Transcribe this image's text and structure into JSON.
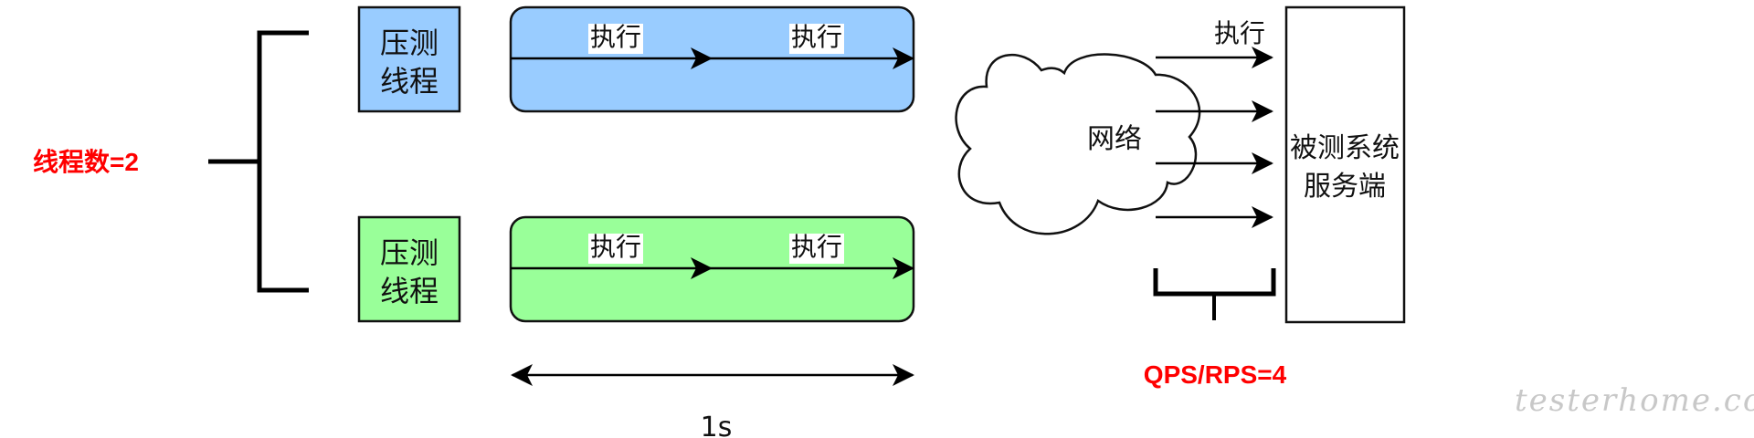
{
  "diagram": {
    "thread_count_label": "线程数=2",
    "threads": [
      {
        "label_line1": "压测",
        "label_line2": "线程",
        "color": "#99ccff",
        "executions": [
          "执行",
          "执行"
        ]
      },
      {
        "label_line1": "压测",
        "label_line2": "线程",
        "color": "#99ff99",
        "executions": [
          "执行",
          "执行"
        ]
      }
    ],
    "duration_label": "1s",
    "network_label": "网络",
    "request_label": "执行",
    "request_arrow_count": 4,
    "server_label_line1": "被测系统",
    "server_label_line2": "服务端",
    "qps_label": "QPS/RPS=4",
    "watermark": "testerhome.com",
    "colors": {
      "highlight": "#ff0000",
      "stroke": "#000000"
    }
  }
}
